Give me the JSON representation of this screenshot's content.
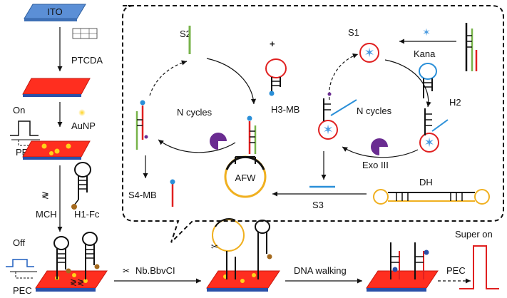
{
  "left_column": {
    "substrate": "ITO",
    "step1": "PTCDA",
    "step2": "AuNP",
    "step3": "MCH",
    "probe1": "H1-Fc",
    "signal_on": "On",
    "signal_off": "Off",
    "pec1": "PEC",
    "pec2": "PEC"
  },
  "bottom_row": {
    "enzyme": "Nb.BbvCI",
    "walking": "DNA walking",
    "pec": "PEC",
    "result": "Super on"
  },
  "inset": {
    "left_cycle": {
      "strand_s2": "S2",
      "plus": "+",
      "hairpin": "H3-MB",
      "cycles": "N cycles",
      "output": "S4-MB"
    },
    "right_cycle": {
      "strand_s1": "S1",
      "target": "Kana",
      "hairpin": "H2",
      "cycles": "N cycles",
      "enzyme": "Exo III",
      "output": "S3"
    },
    "duplex": "DH",
    "walker": "AFW"
  },
  "colors": {
    "ito": "#5b8fd6",
    "ptcda": "#ff2e1f",
    "aunp": "#ffd21a",
    "signal": "#1f5fbf",
    "super_on": "#e02020",
    "green_strand": "#77b34a",
    "orange_loop": "#f0b020",
    "purple_enzyme": "#6a2c91",
    "star": "#4a9be0",
    "blue_strand": "#2a8fd8"
  }
}
